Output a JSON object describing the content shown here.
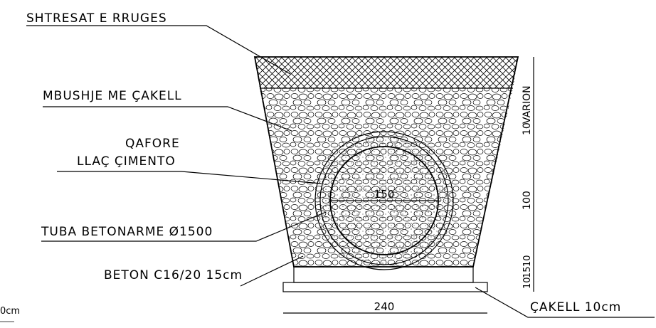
{
  "labels": {
    "road_layers": "SHTRESAT E RRUGES",
    "gravel_fill": "MBUSHJE ME ÇAKELL",
    "collar": "QAFORE",
    "cement_mortar": "LLAÇ ÇIMENTO",
    "concrete_pipe": "TUBA BETONARME Ø1500",
    "concrete_bed": "BETON C16/20 15cm",
    "gravel_base": "ÇAKELL 10cm",
    "scale_unit": "0cm"
  },
  "dimensions": {
    "pipe_diameter": "150",
    "base_width": "240",
    "vertical_top_10": "10",
    "vertical_top_varion": "VARION",
    "vertical_middle_100": "100",
    "vertical_bottom_10": "10",
    "vertical_bottom_15": "15",
    "vertical_bottom_10b": "10"
  },
  "colors": {
    "ink": "#000000",
    "background": "#ffffff"
  }
}
